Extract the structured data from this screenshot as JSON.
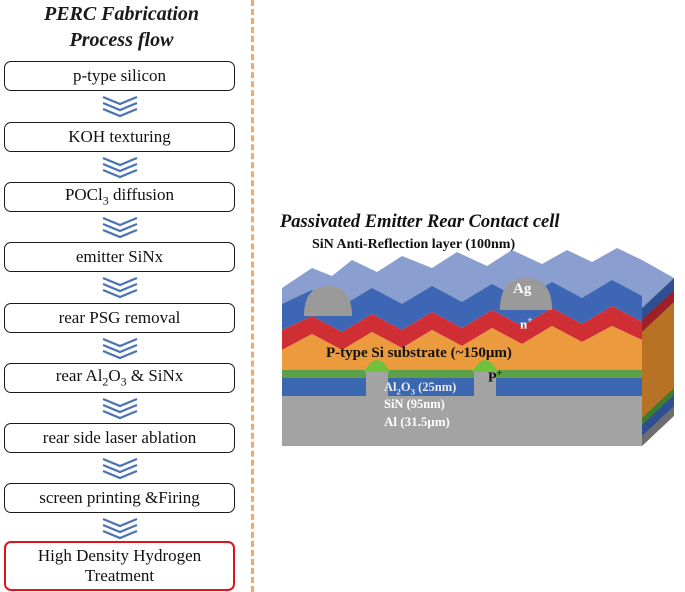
{
  "flow": {
    "title_line1": "PERC Fabrication",
    "title_line2": "Process flow",
    "steps": [
      {
        "text": "p-type silicon"
      },
      {
        "text": "KOH texturing"
      },
      {
        "pre": "POCl",
        "sub": "3",
        "post": " diffusion"
      },
      {
        "text": "emitter SiNx"
      },
      {
        "text": "rear PSG removal"
      },
      {
        "pre": "rear Al",
        "sub1": "2",
        "mid": "O",
        "sub2": "3",
        "post": " & SiNx"
      },
      {
        "text": "rear side laser ablation"
      },
      {
        "text": "screen printing &Firing"
      },
      {
        "text": "High Density Hydrogen Treatment"
      }
    ]
  },
  "cell": {
    "title": "Passivated Emitter Rear Contact cell",
    "arc_label": "SiN Anti-Reflection layer (100nm)",
    "ag_label": "Ag",
    "nplus": {
      "base": "n",
      "sup": "+"
    },
    "substrate_label": "P-type Si substrate (~150μm)",
    "pplus": {
      "base": "P",
      "sup": "+"
    },
    "al2o3": {
      "pre": "Al",
      "sub1": "2",
      "mid": "O",
      "sub2": "3",
      "post": " (25nm)"
    },
    "sin_label": "SiN (95nm)",
    "al_label": "Al (31.5μm)"
  },
  "colors": {
    "step_border": "#1a1a1a",
    "highlight_border": "#e0151c",
    "chevron": "#4a73b3",
    "divider": "#f2a86b",
    "substrate": "#eb9b3e",
    "emitter": "#cf2e35",
    "arc": "#3d66b5",
    "al2o3": "#5ca048",
    "aluminum": "#a3a3a3",
    "silver": "#9a9a9a",
    "pplus": "#70c23c"
  }
}
